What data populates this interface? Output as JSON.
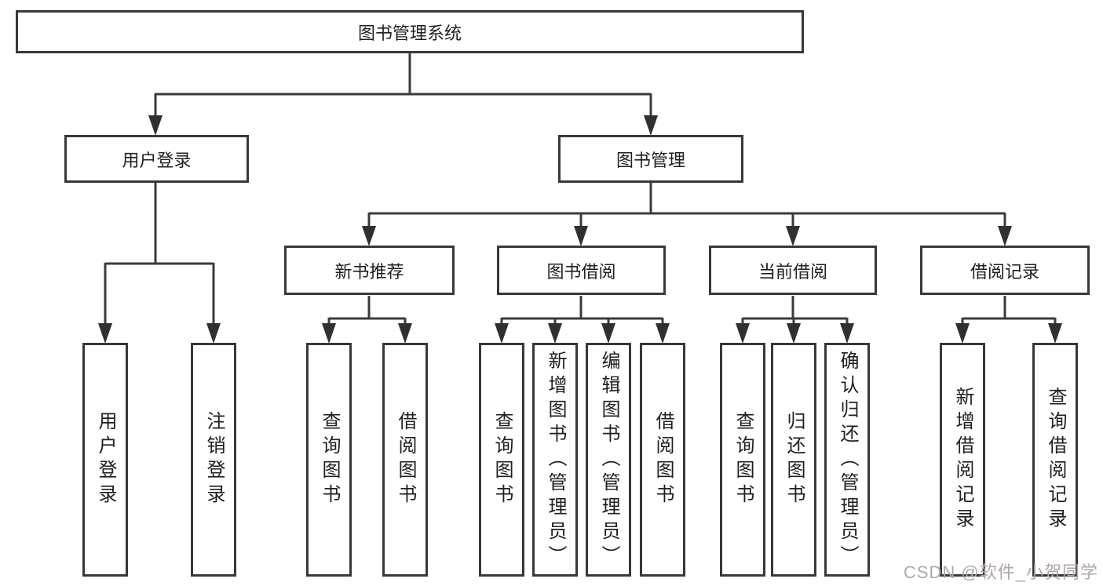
{
  "tree": {
    "label": "图书管理系统",
    "children": [
      {
        "label": "用户登录",
        "children": [
          {
            "label": "用户登录"
          },
          {
            "label": "注销登录"
          }
        ]
      },
      {
        "label": "图书管理",
        "children": [
          {
            "label": "新书推荐",
            "children": [
              {
                "label": "查询图书"
              },
              {
                "label": "借阅图书"
              }
            ]
          },
          {
            "label": "图书借阅",
            "children": [
              {
                "label": "查询图书"
              },
              {
                "label": "新增图书（管理员）"
              },
              {
                "label": "编辑图书（管理员）"
              },
              {
                "label": "借阅图书"
              }
            ]
          },
          {
            "label": "当前借阅",
            "children": [
              {
                "label": "查询图书"
              },
              {
                "label": "归还图书"
              },
              {
                "label": "确认归还（管理员）"
              }
            ]
          },
          {
            "label": "借阅记录",
            "children": [
              {
                "label": "新增借阅记录"
              },
              {
                "label": "查询借阅记录"
              }
            ]
          }
        ]
      }
    ]
  },
  "watermark": {
    "text": "CSDN @软件_小贺同学"
  },
  "colors": {
    "line": "#3b3b3b",
    "box_border": "#383838",
    "text": "#1f1f1f",
    "watermark": "#b0a6a6",
    "background": "#ffffff"
  }
}
